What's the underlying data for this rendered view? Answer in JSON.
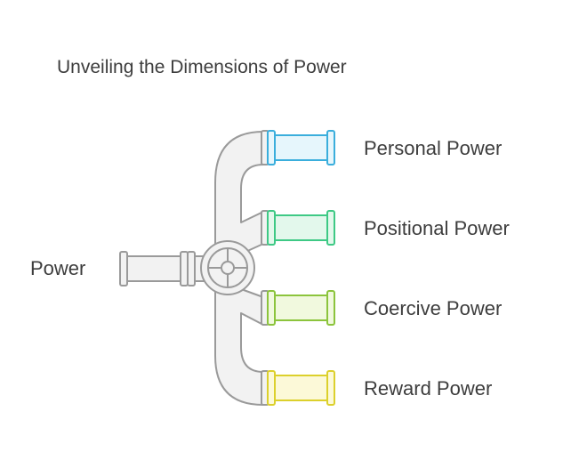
{
  "title": "Unveiling the Dimensions of Power",
  "source": {
    "label": "Power",
    "color": "#f2f2f2",
    "stroke": "#9a9a9a"
  },
  "outputs": [
    {
      "label": "Personal Power",
      "fill": "#e6f6fc",
      "stroke": "#3aaedc"
    },
    {
      "label": "Positional Power",
      "fill": "#e3f8ec",
      "stroke": "#3ec985"
    },
    {
      "label": "Coercive Power",
      "fill": "#f1f9de",
      "stroke": "#8cc43c"
    },
    {
      "label": "Reward Power",
      "fill": "#fcf9d8",
      "stroke": "#dcd02c"
    }
  ]
}
